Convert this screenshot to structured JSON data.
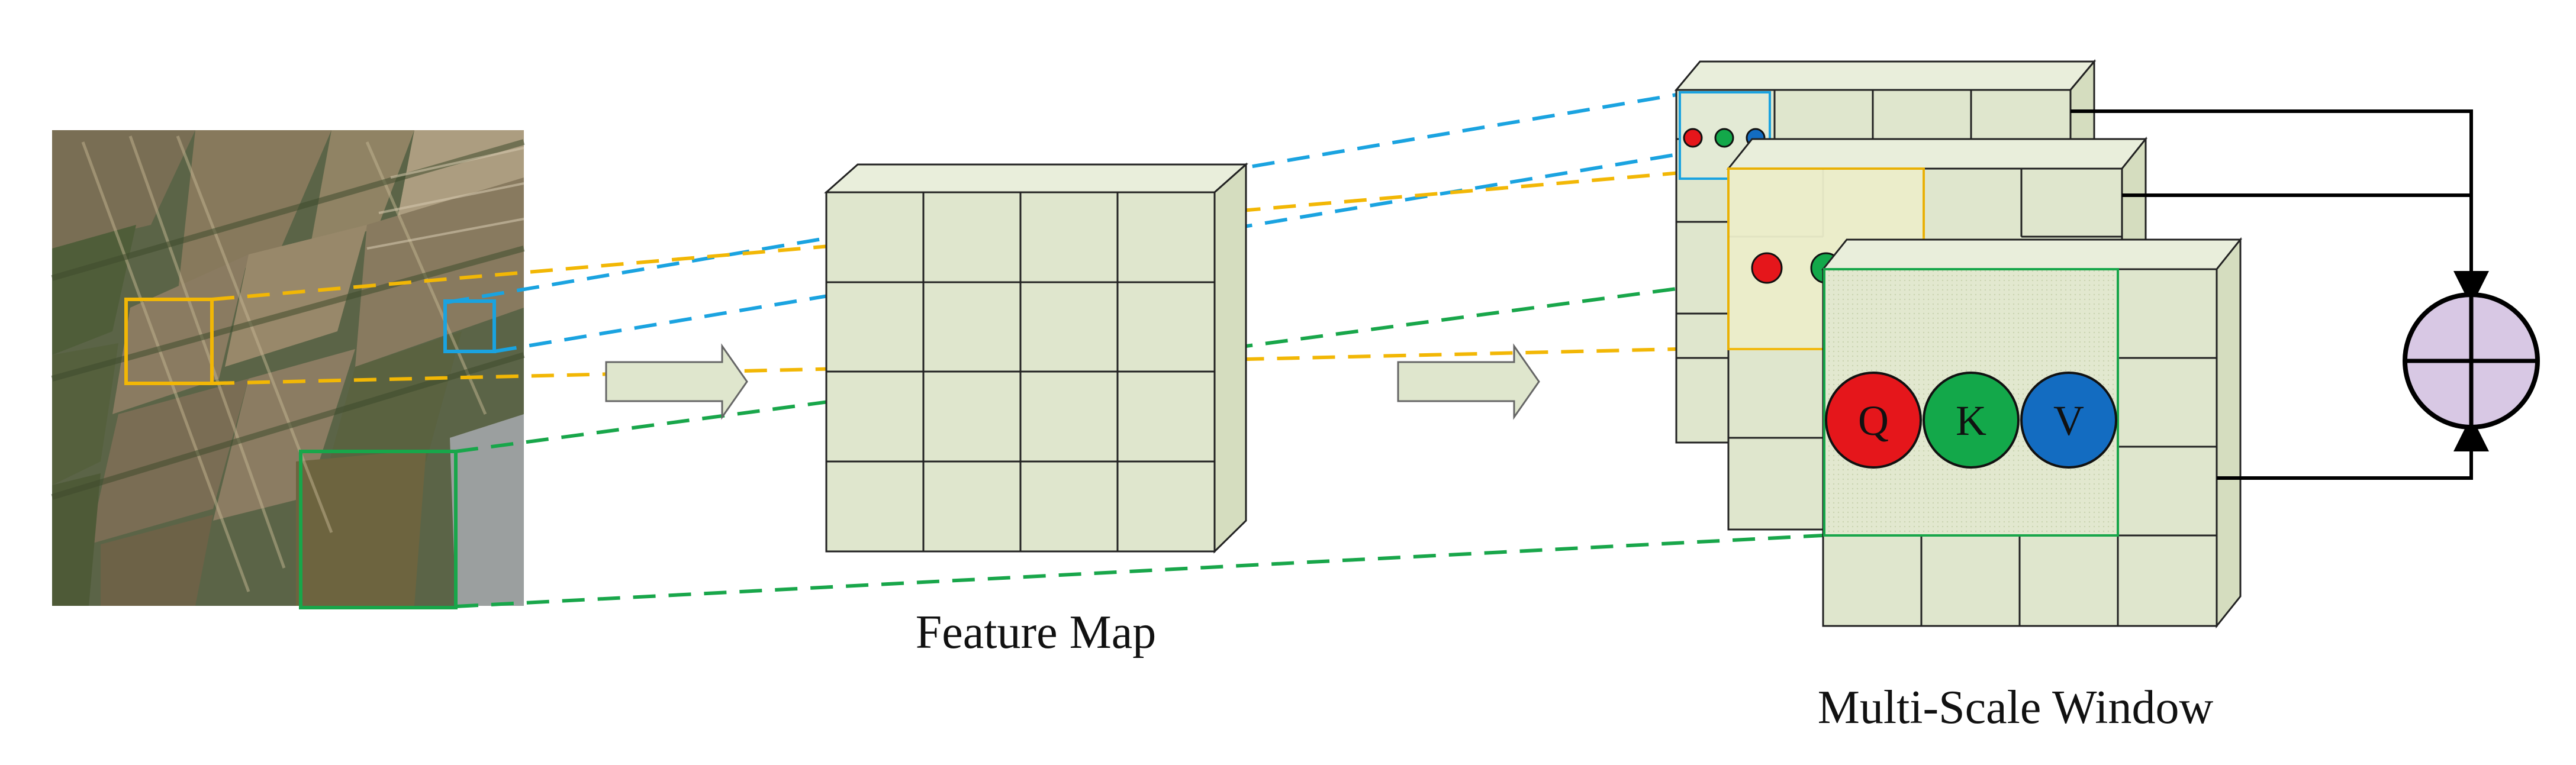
{
  "captions": {
    "feature_map": "Feature Map",
    "multi_scale_window": "Multi-Scale Window"
  },
  "tokens": {
    "q": "Q",
    "k": "K",
    "v": "V"
  },
  "icons": {
    "input": "aerial-farmland-photo",
    "arrow": "right-block-arrow",
    "sum": "circled-plus-sum-icon"
  },
  "colors": {
    "grid_fill": "#dfe6cd",
    "grid_side": "#d5ddbf",
    "grid_line": "#222222",
    "yellow": "#f2b705",
    "blue": "#1aa3e0",
    "green": "#18a64a",
    "q": "#e5161b",
    "k": "#13a84a",
    "v": "#136cc1",
    "sum_fill": "#d8c8e4"
  }
}
